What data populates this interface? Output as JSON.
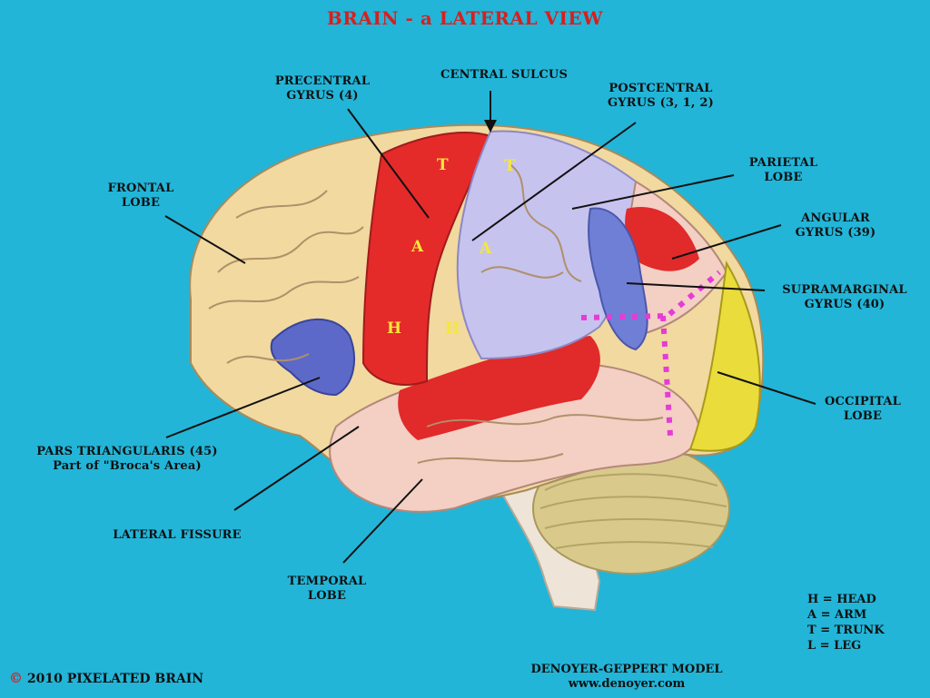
{
  "title": "BRAIN - a LATERAL VIEW",
  "labels": {
    "precentral": "PRECENTRAL\nGYRUS (4)",
    "central_sulcus": "CENTRAL SULCUS",
    "postcentral": "POSTCENTRAL\nGYRUS (3, 1, 2)",
    "frontal": "FRONTAL\nLOBE",
    "parietal": "PARIETAL\nLOBE",
    "angular": "ANGULAR\nGYRUS (39)",
    "supramarginal": "SUPRAMARGINAL\nGYRUS (40)",
    "occipital": "OCCIPITAL\nLOBE",
    "pars_triangularis": "PARS TRIANGULARIS (45)\nPart of \"Broca's Area)",
    "lateral_fissure": "LATERAL FISSURE",
    "temporal": "TEMPORAL\nLOBE"
  },
  "homunculus_marks": {
    "t1": "T",
    "t2": "T",
    "a1": "A",
    "a2": "A",
    "h1": "H",
    "h2": "H"
  },
  "legend": [
    "H = HEAD",
    "A = ARM",
    "T = TRUNK",
    "L = LEG"
  ],
  "copyright": {
    "symbol": "©",
    "text": "2010  PIXELATED BRAIN"
  },
  "model": {
    "name": "DENOYER-GEPPERT MODEL",
    "url": "www.denoyer.com"
  },
  "colors": {
    "background": "#22b5d8",
    "title": "#d6201f",
    "frontal": "#f1d9a0",
    "precentral": "#e52a2a",
    "postcentral": "#c6c3ef",
    "temporal": "#f3cfc4",
    "occipital": "#eadc3a",
    "cerebellum": "#d9ca8c",
    "broca": "#5d69c9",
    "boundary": "#e63bd6"
  }
}
